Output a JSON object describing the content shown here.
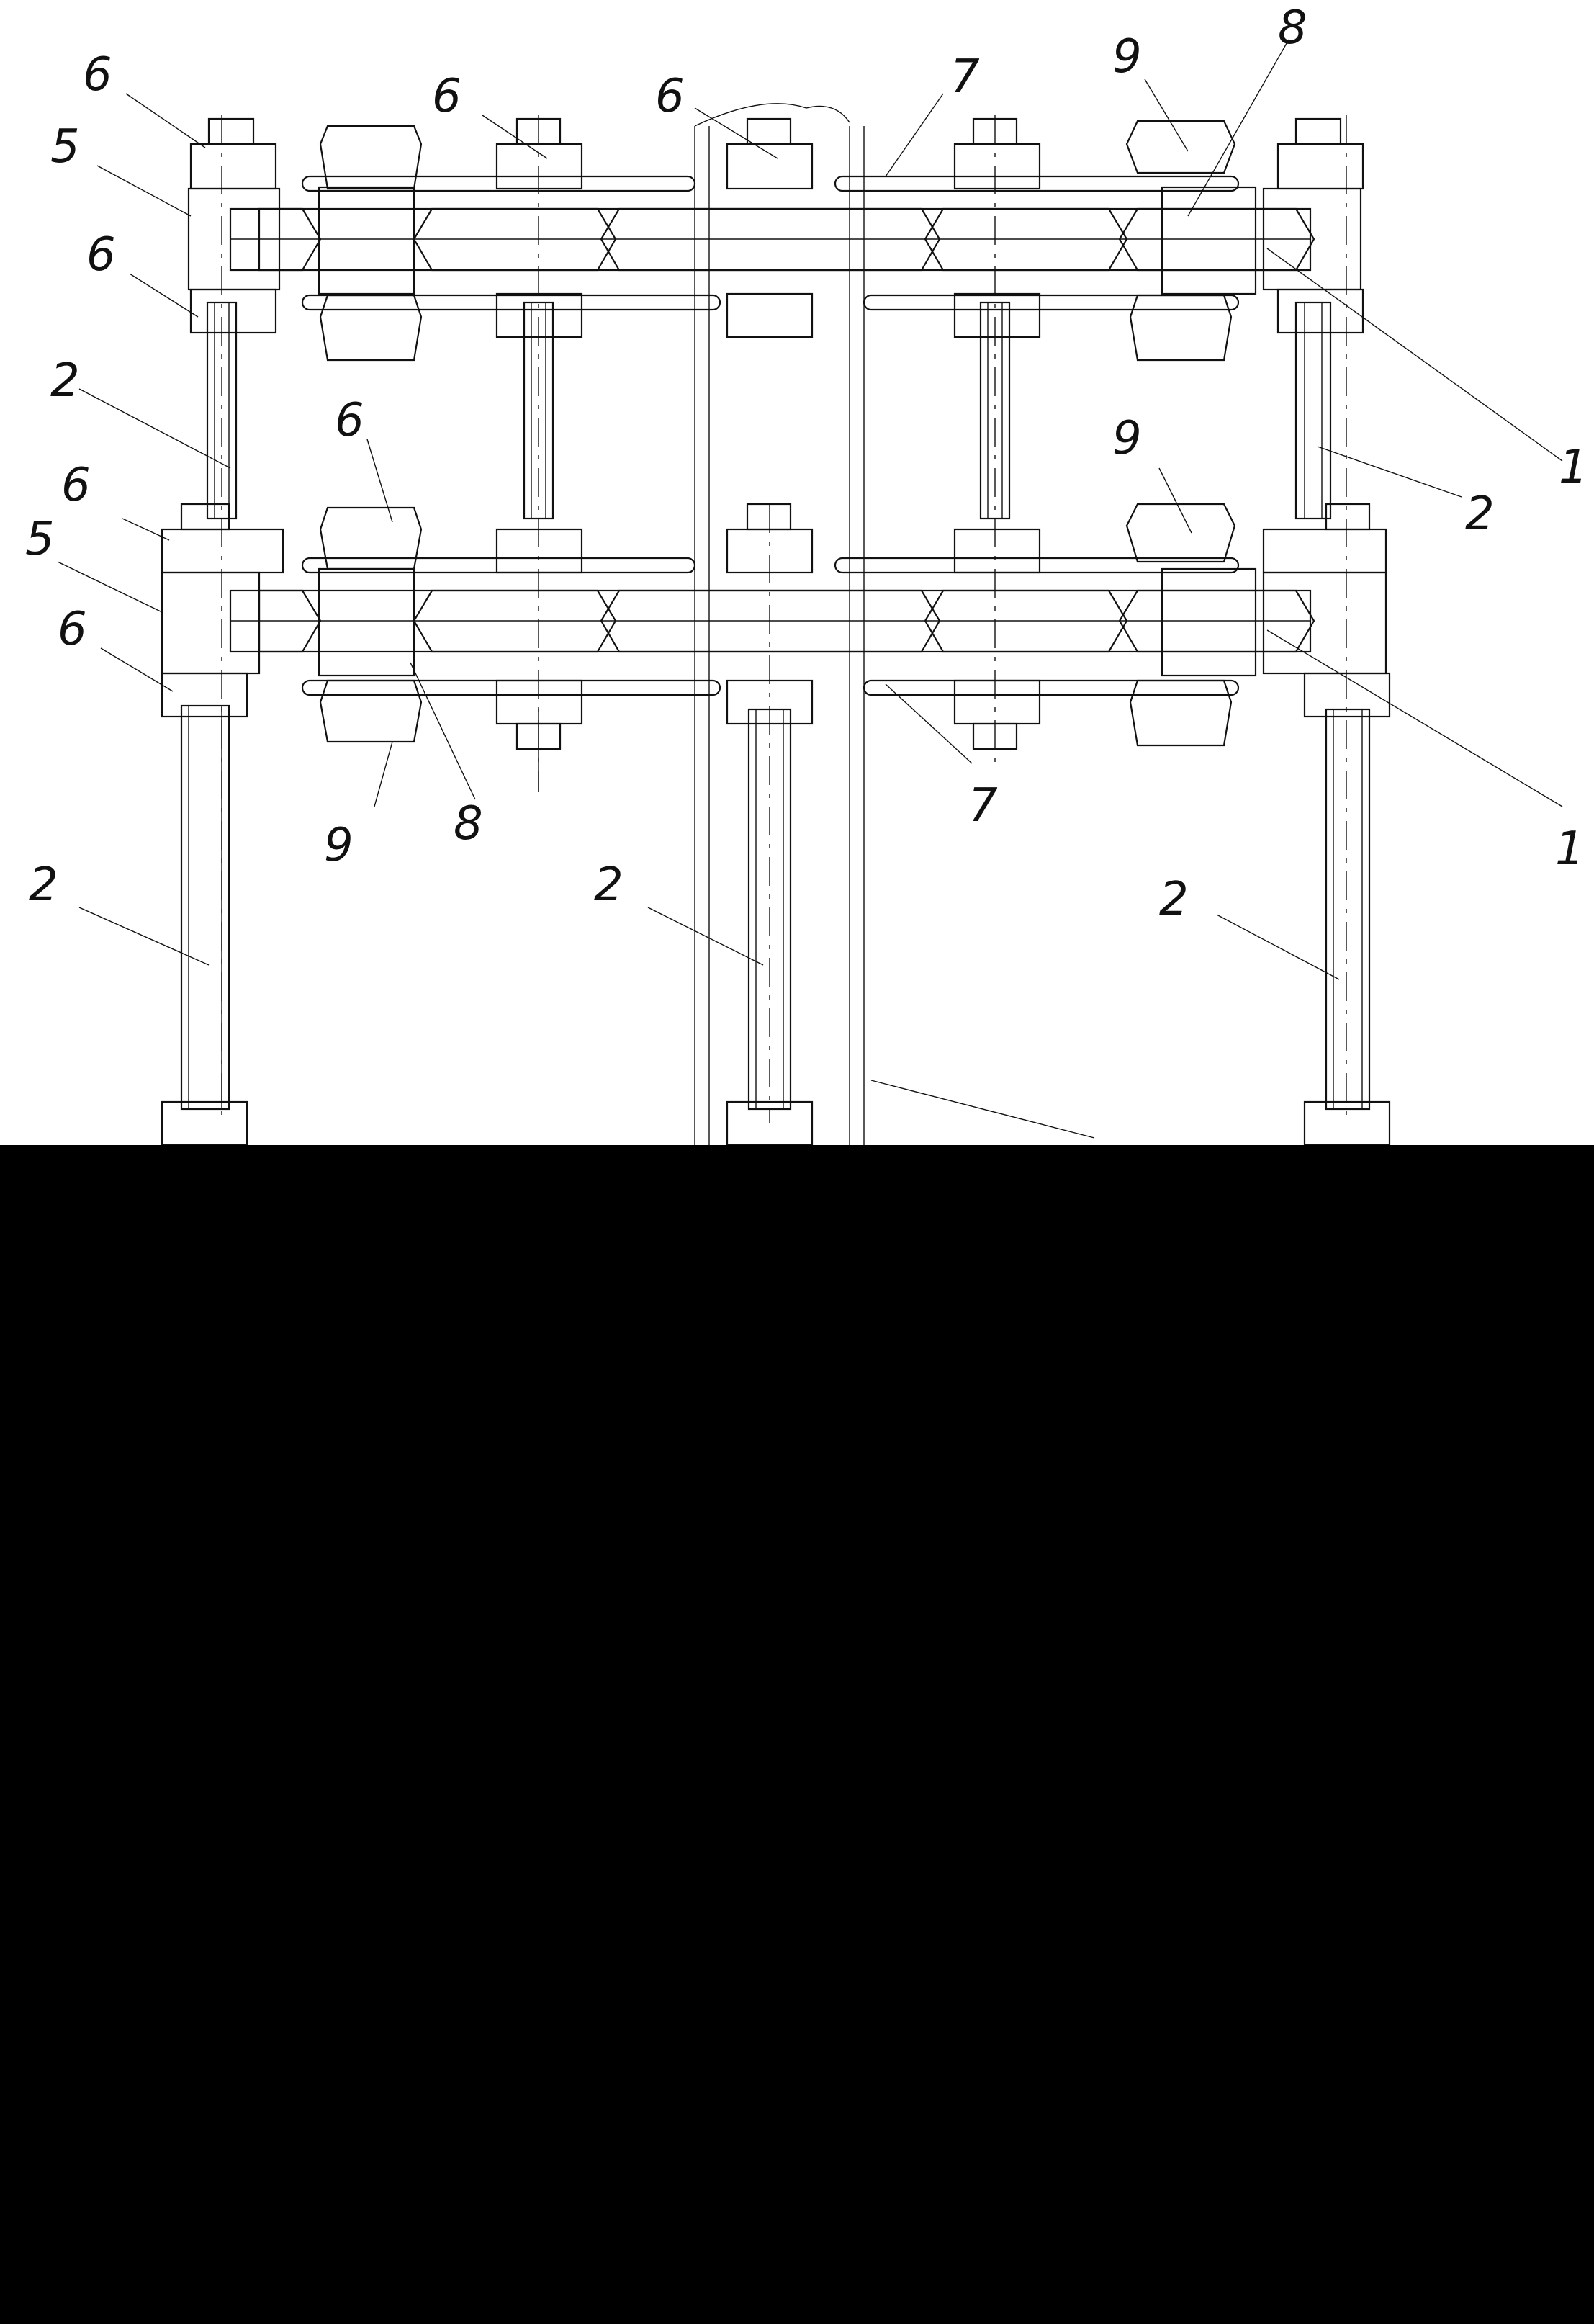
{
  "figure": {
    "background": "#ffffff",
    "line_color": "#111111",
    "redacted_color": "#000000",
    "labels": [
      {
        "id": "lbl-6-a",
        "text": "6"
      },
      {
        "id": "lbl-5-a",
        "text": "5"
      },
      {
        "id": "lbl-6-b",
        "text": "6"
      },
      {
        "id": "lbl-2-a",
        "text": "2"
      },
      {
        "id": "lbl-6-c",
        "text": "6"
      },
      {
        "id": "lbl-6-d",
        "text": "6"
      },
      {
        "id": "lbl-7-a",
        "text": "7"
      },
      {
        "id": "lbl-9-a",
        "text": "9"
      },
      {
        "id": "lbl-8-a",
        "text": "8"
      },
      {
        "id": "lbl-1-a",
        "text": "1"
      },
      {
        "id": "lbl-2-b",
        "text": "2"
      },
      {
        "id": "lbl-6-e",
        "text": "6"
      },
      {
        "id": "lbl-9-b",
        "text": "9"
      },
      {
        "id": "lbl-6-f",
        "text": "6"
      },
      {
        "id": "lbl-5-b",
        "text": "5"
      },
      {
        "id": "lbl-6-g",
        "text": "6"
      },
      {
        "id": "lbl-9-c",
        "text": "9"
      },
      {
        "id": "lbl-8-b",
        "text": "8"
      },
      {
        "id": "lbl-7-b",
        "text": "7"
      },
      {
        "id": "lbl-1-b",
        "text": "1"
      },
      {
        "id": "lbl-2-c",
        "text": "2"
      },
      {
        "id": "lbl-2-d",
        "text": "2"
      },
      {
        "id": "lbl-2-e",
        "text": "2"
      }
    ]
  }
}
